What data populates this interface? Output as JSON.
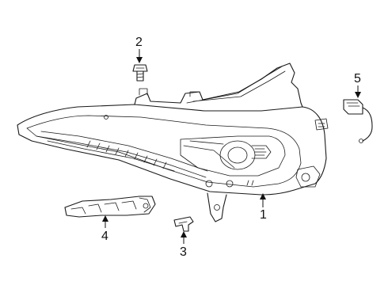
{
  "callouts": {
    "c1": "1",
    "c2": "2",
    "c3": "3",
    "c4": "4",
    "c5": "5"
  },
  "parts": {
    "p1": "headlamp-assembly",
    "p2": "mounting-bolt",
    "p3": "retainer-clip",
    "p4": "mounting-bracket",
    "p5": "connector-harness"
  }
}
